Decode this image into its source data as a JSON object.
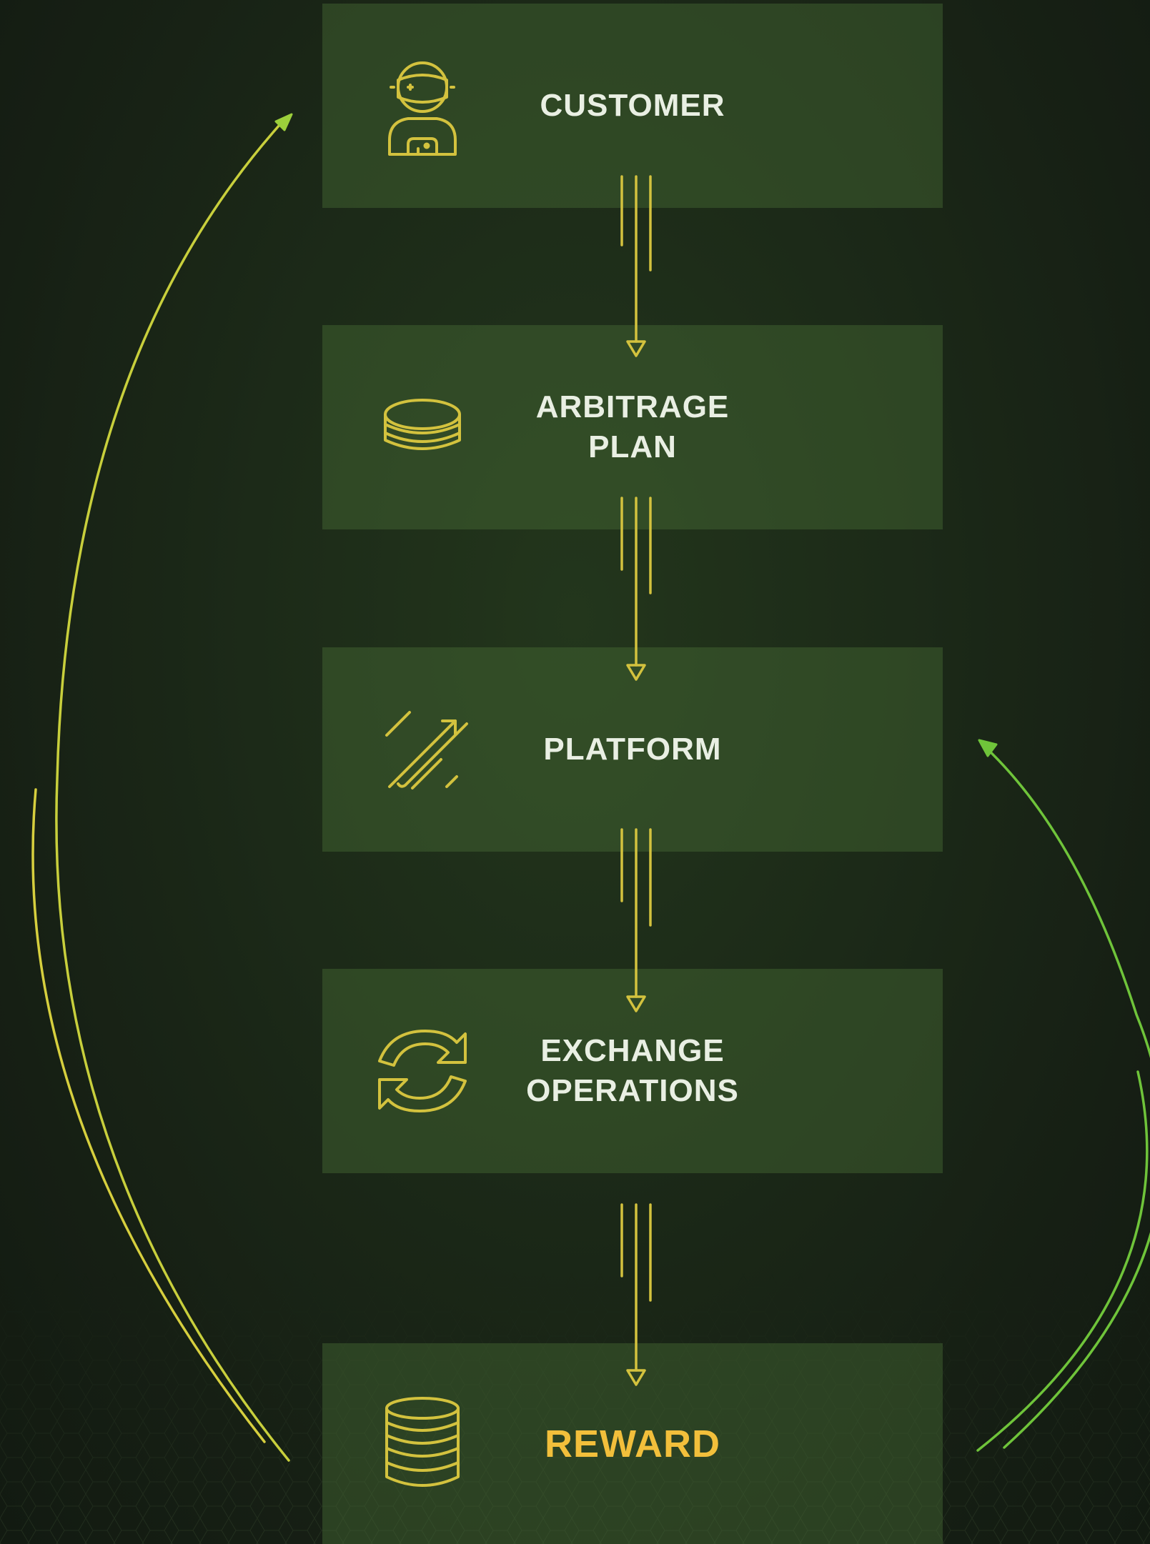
{
  "steps": [
    {
      "id": "customer",
      "lines": [
        "CUSTOMER"
      ],
      "icon": "astronaut-icon"
    },
    {
      "id": "arbitrage-plan",
      "lines": [
        "ARBITRAGE",
        "PLAN"
      ],
      "icon": "coin-stack-icon"
    },
    {
      "id": "platform",
      "lines": [
        "PLATFORM"
      ],
      "icon": "diagonal-arrows-icon"
    },
    {
      "id": "exchange-operations",
      "lines": [
        "EXCHANGE",
        "OPERATIONS"
      ],
      "icon": "refresh-arrows-icon"
    },
    {
      "id": "reward",
      "lines": [
        "REWARD"
      ],
      "icon": "database-stack-icon"
    }
  ],
  "colors": {
    "box": "#3b5a2c",
    "label": "#e9efe3",
    "reward_label": "#f2bf3b",
    "icon": "#d3c23e",
    "connector": "#d3c23e",
    "left_loop": "#d6cf3e",
    "right_loop": "#6fc43a"
  },
  "loops": [
    {
      "from": "reward",
      "to": "customer",
      "side": "left"
    },
    {
      "from": "reward",
      "to": "platform",
      "side": "right"
    }
  ]
}
